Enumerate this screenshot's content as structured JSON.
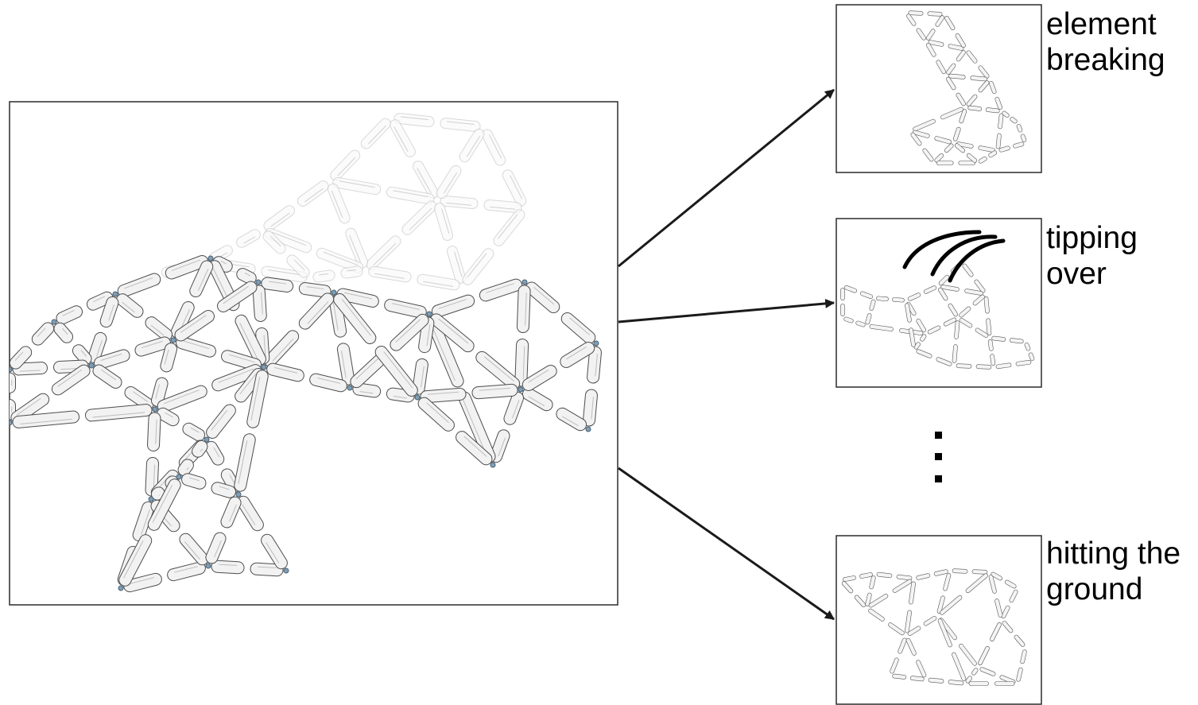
{
  "outcomes": [
    {
      "id": "element-breaking",
      "caption": [
        "element",
        "breaking"
      ]
    },
    {
      "id": "tipping-over",
      "caption": [
        "tipping",
        "over"
      ]
    },
    {
      "id": "hitting-the-ground",
      "caption": [
        "hitting the",
        "ground"
      ]
    }
  ],
  "ellipsis": "⋮",
  "colors": {
    "frame": "#2b2b2b",
    "arrow": "#1a1a1a",
    "strut_fill": "#f2f2f2",
    "strut_stroke": "#4d4d4d",
    "ghost_strut": "#c8c8c8",
    "node": "#7f9fb8"
  },
  "icons": {
    "motion_lines": "motion-lines-icon",
    "ellipsis": "vertical-ellipsis-icon"
  }
}
